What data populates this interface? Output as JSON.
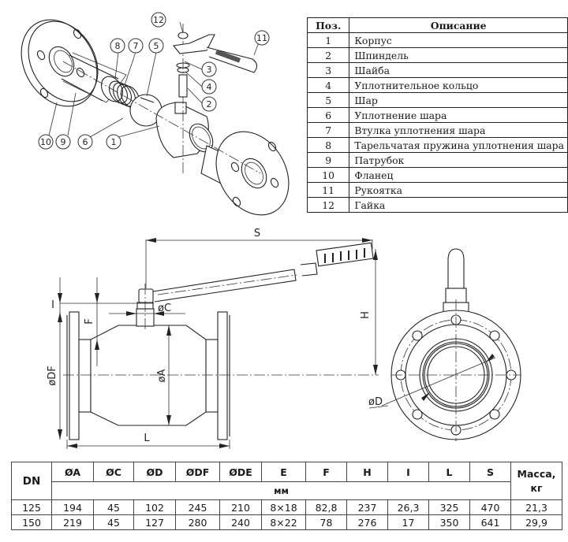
{
  "parts_table": {
    "headers": {
      "pos": "Поз.",
      "description": "Описание"
    },
    "rows": [
      {
        "pos": "1",
        "description": "Корпус"
      },
      {
        "pos": "2",
        "description": "Шпиндель"
      },
      {
        "pos": "3",
        "description": "Шайба"
      },
      {
        "pos": "4",
        "description": "Уплотнительное кольцо"
      },
      {
        "pos": "5",
        "description": "Шар"
      },
      {
        "pos": "6",
        "description": "Уплотнение шара"
      },
      {
        "pos": "7",
        "description": "Втулка уплотнения шара"
      },
      {
        "pos": "8",
        "description": "Тарельчатая пружина уплотнения шара"
      },
      {
        "pos": "9",
        "description": "Патрубок"
      },
      {
        "pos": "10",
        "description": "Фланец"
      },
      {
        "pos": "11",
        "description": "Рукоятка"
      },
      {
        "pos": "12",
        "description": "Гайка"
      }
    ]
  },
  "exploded_view": {
    "callouts": [
      "12",
      "11",
      "8",
      "7",
      "5",
      "3",
      "4",
      "2",
      "10",
      "9",
      "6",
      "1"
    ]
  },
  "side_view": {
    "labels": {
      "S": "S",
      "H": "H",
      "I": "I",
      "F": "F",
      "C": "øC",
      "DF": "øDF",
      "A": "øA",
      "L": "L"
    }
  },
  "front_view": {
    "labels": {
      "D": "øD",
      "H": "H"
    }
  },
  "dimensions_table": {
    "dn_header": "DN",
    "columns": [
      "ØA",
      "ØC",
      "ØD",
      "ØDF",
      "ØDE",
      "E",
      "F",
      "H",
      "I",
      "L",
      "S"
    ],
    "unit_label": "мм",
    "mass_header": "Масса,",
    "mass_unit": "кг",
    "rows": [
      {
        "dn": "125",
        "values": [
          "194",
          "45",
          "102",
          "245",
          "210",
          "8×18",
          "82,8",
          "237",
          "26,3",
          "325",
          "470"
        ],
        "mass": "21,3"
      },
      {
        "dn": "150",
        "values": [
          "219",
          "45",
          "127",
          "280",
          "240",
          "8×22",
          "78",
          "276",
          "17",
          "350",
          "641"
        ],
        "mass": "29,9"
      }
    ]
  }
}
